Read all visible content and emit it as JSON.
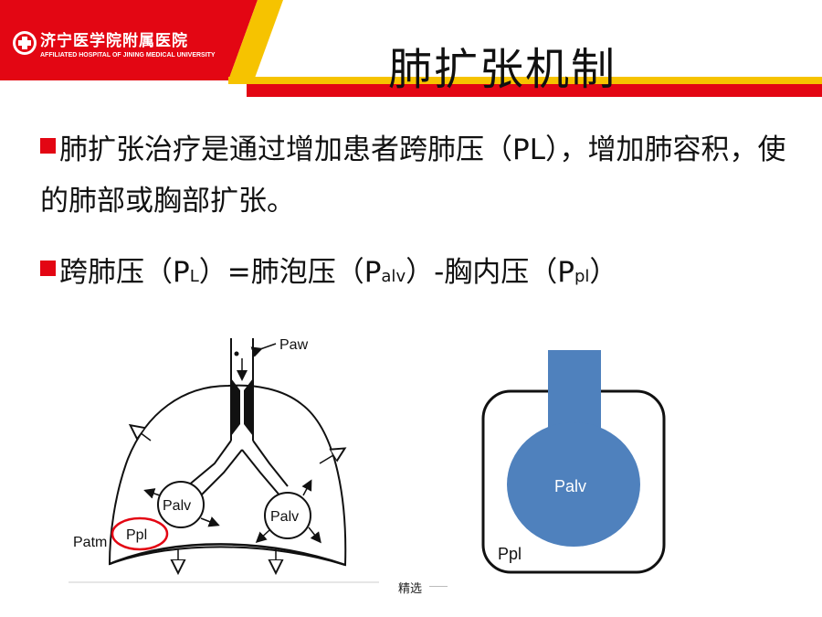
{
  "header": {
    "logo_cn": "济宁医学院附属医院",
    "logo_en": "AFFILIATED HOSPITAL OF JINING MEDICAL UNIVERSITY",
    "title": "肺扩张机制",
    "colors": {
      "red": "#e30613",
      "yellow": "#f6c300"
    }
  },
  "content": {
    "bullet1": "肺扩张治疗是通过增加患者跨肺压（PL），增加肺容积，使的肺部或胸部扩张。",
    "bullet2": {
      "a": "跨肺压（P",
      "a_sub": "L",
      "b": "）=肺泡压（P",
      "b_sub": "alv",
      "c": "）-胸内压（P",
      "c_sub": "pl",
      "d": "）"
    }
  },
  "left_diagram": {
    "label_paw": "Paw",
    "label_palv_left": "Palv",
    "label_palv_right": "Palv",
    "label_ppl": "Ppl",
    "label_patm": "Patm"
  },
  "right_diagram": {
    "label_palv": "Palv",
    "label_ppl": "Ppl",
    "fill_color": "#4f81bd"
  },
  "footer": {
    "text": "精选"
  }
}
